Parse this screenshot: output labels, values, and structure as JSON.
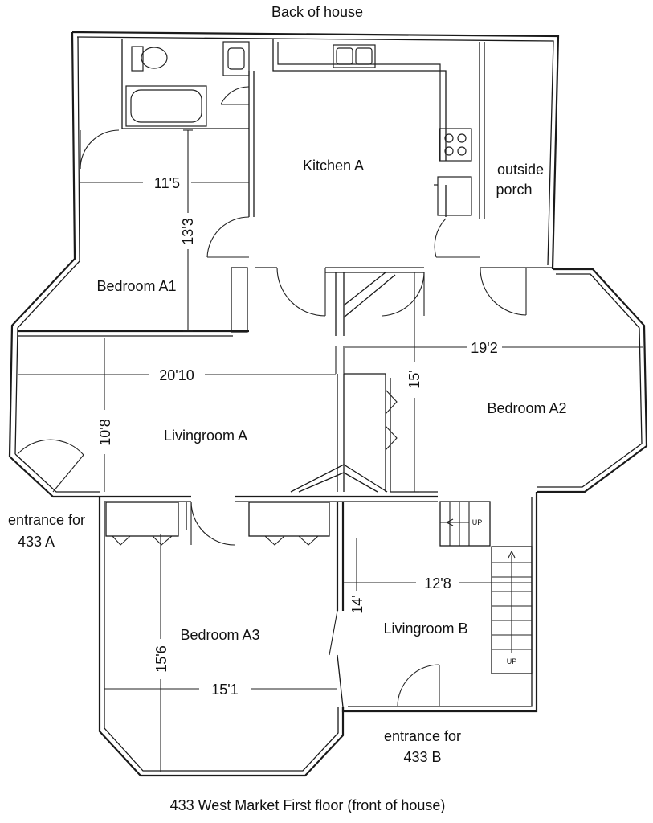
{
  "header": {
    "title": "Back of house"
  },
  "footer": {
    "caption": "433 West Market  First floor  (front of house)"
  },
  "rooms": {
    "kitchen_a": "Kitchen A",
    "outside_porch_1": "outside",
    "outside_porch_2": "porch",
    "bedroom_a1": "Bedroom A1",
    "bedroom_a2": "Bedroom A2",
    "bedroom_a3": "Bedroom A3",
    "livingroom_a": "Livingroom A",
    "livingroom_b": "Livingroom B"
  },
  "dimensions": {
    "bedroom_a1_width": "11'5",
    "bedroom_a1_depth": "13'3",
    "livingroom_a_width": "20'10",
    "livingroom_a_depth": "10'8",
    "bedroom_a2_width": "19'2",
    "bedroom_a2_depth": "15'",
    "livingroom_b_width": "12'8",
    "livingroom_b_depth": "14'",
    "bedroom_a3_depth": "15'6",
    "bedroom_a3_width": "15'1"
  },
  "entrances": {
    "a_line1": "entrance for",
    "a_line2": "433 A",
    "b_line1": "entrance for",
    "b_line2": "433 B"
  },
  "stairs": {
    "up_upper": "UP",
    "up_lower": "UP"
  }
}
